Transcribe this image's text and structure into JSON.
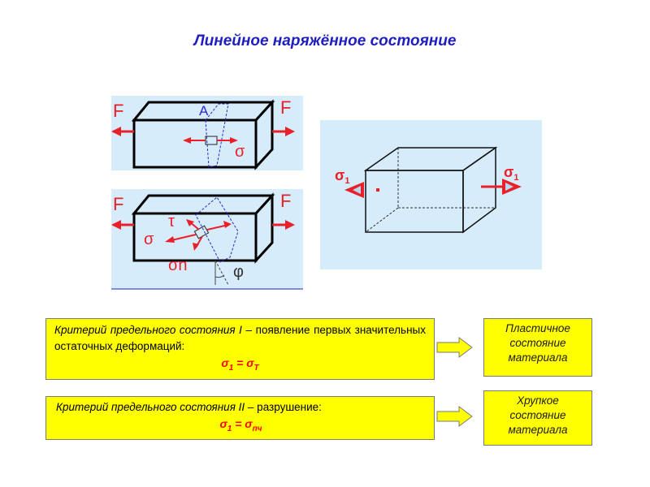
{
  "title": "Линейное наряжённое состояние",
  "figure_top": {
    "force_left": "F",
    "force_right": "F",
    "point_label": "A",
    "stress_label": "σ"
  },
  "figure_bottom": {
    "force_left": "F",
    "force_right": "F",
    "tau_label": "τ",
    "sigma_label": "σ",
    "sigma_n_label": "σn",
    "angle_label": "φ"
  },
  "figure_3d": {
    "sigma_left": "σ",
    "sigma_left_sub": "1",
    "sigma_right": "σ",
    "sigma_right_sub": "1",
    "background": "#d6ecfb"
  },
  "criterion1": {
    "lead": "Критерий предельного состояния I",
    "rest": " – появление первых значительных остаточных деформаций:",
    "f_s1": "σ",
    "f_s1_sub": "1",
    "f_eq": " = σ",
    "f_s2_sub": "Т"
  },
  "criterion2": {
    "lead": "Критерий предельного состояния II",
    "rest": " – разрушение:",
    "f_s1": "σ",
    "f_s1_sub": "1",
    "f_eq": " = σ",
    "f_s2_sub": "пч"
  },
  "result1": {
    "line1": "Пластичное",
    "line2": "состояние",
    "line3": "материала"
  },
  "result2": {
    "line1": "Хрупкое",
    "line2": "состояние",
    "line3": "материала"
  },
  "colors": {
    "yellow": "#ffff00",
    "red": "#e8202a",
    "title_blue": "#1f1fbf"
  }
}
